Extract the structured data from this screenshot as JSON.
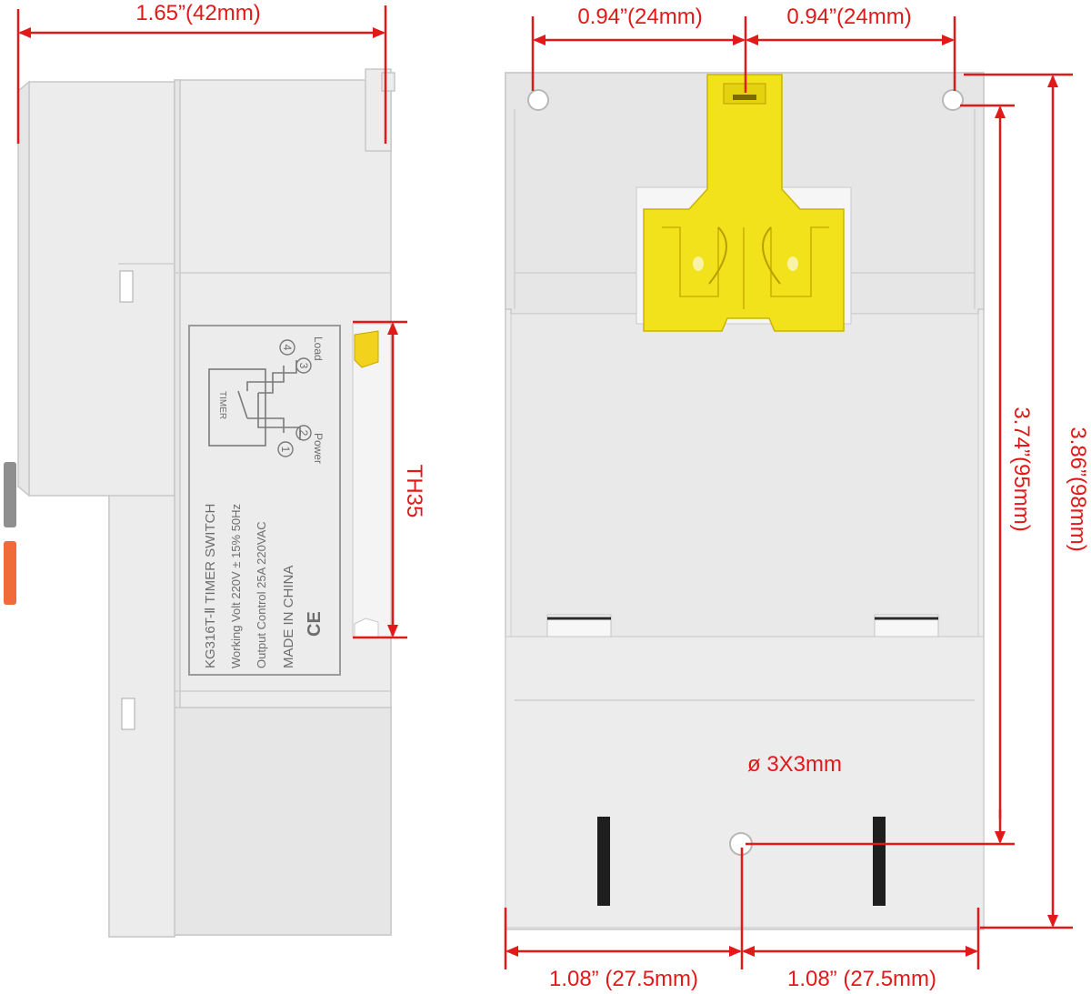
{
  "side_view": {
    "width_label": "1.65”(42mm)",
    "rail_label": "TH35",
    "nameplate": {
      "model": "KG316T-Ⅱ  TIMER SWITCH",
      "working_volt": "Working Volt   220V ± 15% 50Hz",
      "output_control": "Output Control   25A  220VAC",
      "made_in": "MADE IN CHINA",
      "ce_mark": "CE",
      "timer_label": "TIMER",
      "load_label": "Load",
      "power_label": "Power",
      "terminal_1": "1",
      "terminal_2": "2",
      "terminal_3": "3",
      "terminal_4": "4"
    }
  },
  "back_view": {
    "top_left_label": "0.94”(24mm)",
    "top_right_label": "0.94”(24mm)",
    "hole_spacing_height_label": "3.74”(95mm)",
    "overall_height_label": "3.86”(98mm)",
    "hole_label": "ø 3X3mm",
    "bottom_left_label": "1.08” (27.5mm)",
    "bottom_right_label": "1.08” (27.5mm)"
  },
  "colors": {
    "dimension": "#e11919",
    "housing": "#ececec",
    "clip": "#f2e21c",
    "nameplate_text": "#6e6e6e"
  }
}
